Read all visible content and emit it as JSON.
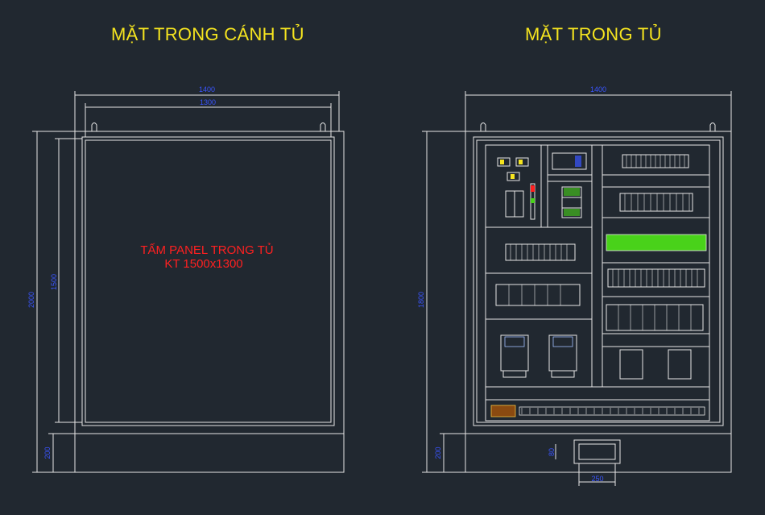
{
  "titles": {
    "left": "MẶT TRONG CÁNH TỦ",
    "right": "MẶT TRONG TỦ"
  },
  "panel_note": {
    "line1": "TẤM PANEL TRONG TỦ",
    "line2": "KT 1500x1300"
  },
  "dimensions": {
    "left_width_outer": "1400",
    "left_width_inner": "1300",
    "left_height_total": "2000",
    "left_height_panel": "1500",
    "left_base": "200",
    "right_width": "1400",
    "right_height": "1800",
    "right_base": "200",
    "gland_width": "250",
    "gland_height": "80"
  },
  "colors": {
    "background": "#212830",
    "title": "#f5e41f",
    "line": "#e6e6e6",
    "dimension": "#3a55ff",
    "note": "#ff2020",
    "terminal_green": "#49d21a"
  }
}
